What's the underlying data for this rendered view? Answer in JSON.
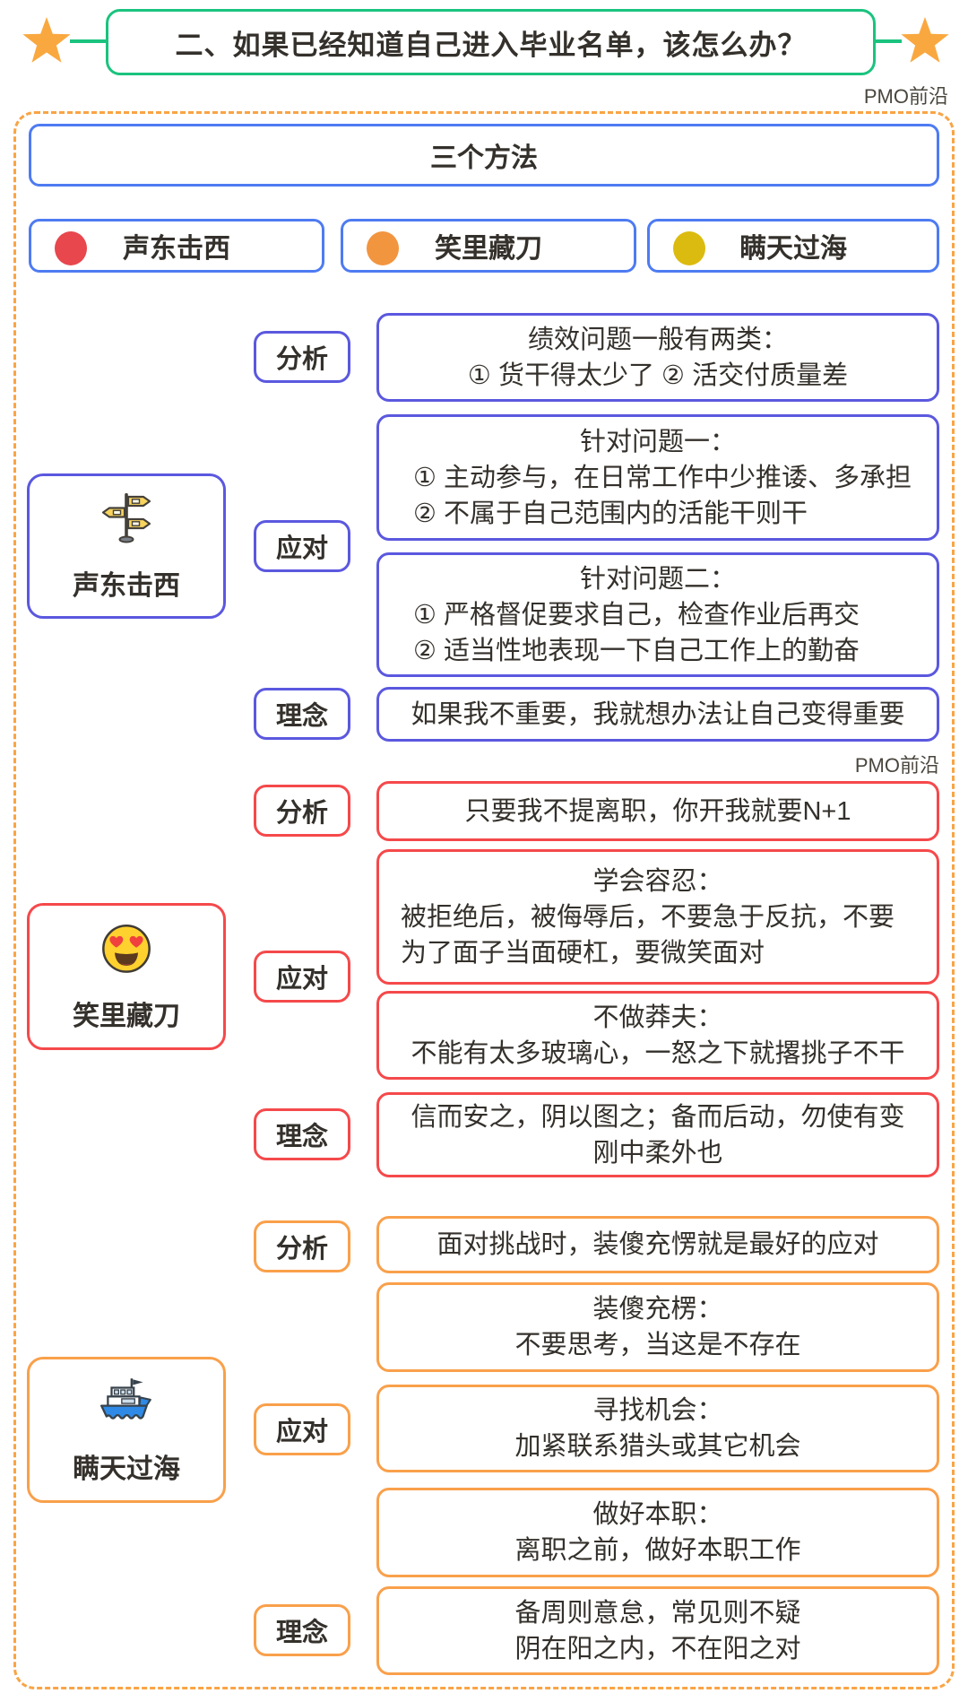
{
  "header": {
    "title": "二、如果已经知道自己进入毕业名单，该怎么办？",
    "watermark_top": "PMO前沿",
    "watermark_middle": "PMO前沿"
  },
  "overview": {
    "title": "三个方法",
    "methods": [
      {
        "label": "声东击西",
        "dot_color": "#e8474d"
      },
      {
        "label": "笑里藏刀",
        "dot_color": "#f2953f"
      },
      {
        "label": "瞒天过海",
        "dot_color": "#dcbb10"
      }
    ]
  },
  "colors": {
    "banner_green": "#1bc37e",
    "star_orange": "#f9a840",
    "frame_dash_orange": "#f9a445",
    "tree_blue": "#4e7bf2",
    "section_indigo": "#5b58df",
    "section_red": "#f5494b",
    "section_orange": "#f9a04b"
  },
  "sections": [
    {
      "name": "声东击西",
      "icon": "signpost-icon",
      "branches": [
        {
          "label": "分析",
          "boxes": [
            {
              "lines": [
                "绩效问题一般有两类：",
                "① 货干得太少了 ② 活交付质量差"
              ]
            }
          ]
        },
        {
          "label": "应对",
          "boxes": [
            {
              "lines": [
                "针对问题一：",
                "① 主动参与，在日常工作中少推诿、多承担",
                "② 不属于自己范围内的活能干则干"
              ]
            },
            {
              "lines": [
                "针对问题二：",
                "① 严格督促要求自己，检查作业后再交",
                "② 适当性地表现一下自己工作上的勤奋"
              ]
            }
          ]
        },
        {
          "label": "理念",
          "boxes": [
            {
              "lines": [
                "如果我不重要，我就想办法让自己变得重要"
              ]
            }
          ]
        }
      ]
    },
    {
      "name": "笑里藏刀",
      "icon": "heart-eyes-icon",
      "branches": [
        {
          "label": "分析",
          "boxes": [
            {
              "lines": [
                "只要我不提离职，你开我就要N+1"
              ]
            }
          ]
        },
        {
          "label": "应对",
          "boxes": [
            {
              "lines": [
                "学会容忍：",
                "被拒绝后，被侮辱后，不要急于反抗，不要为了面子当面硬杠，要微笑面对"
              ]
            },
            {
              "lines": [
                "不做莽夫：",
                "不能有太多玻璃心，一怒之下就撂挑子不干"
              ]
            }
          ]
        },
        {
          "label": "理念",
          "boxes": [
            {
              "lines": [
                "信而安之，阴以图之；备而后动，勿使有变",
                "刚中柔外也"
              ]
            }
          ]
        }
      ]
    },
    {
      "name": "瞒天过海",
      "icon": "ship-icon",
      "branches": [
        {
          "label": "分析",
          "boxes": [
            {
              "lines": [
                "面对挑战时，装傻充愣就是最好的应对"
              ]
            }
          ]
        },
        {
          "label": "应对",
          "boxes": [
            {
              "lines": [
                "装傻充楞：",
                "不要思考，当这是不存在"
              ]
            },
            {
              "lines": [
                "寻找机会：",
                "加紧联系猎头或其它机会"
              ]
            },
            {
              "lines": [
                "做好本职：",
                "离职之前，做好本职工作"
              ]
            }
          ]
        },
        {
          "label": "理念",
          "boxes": [
            {
              "lines": [
                "备周则意怠，常见则不疑",
                "阴在阳之内，不在阳之对"
              ]
            }
          ]
        }
      ]
    }
  ]
}
